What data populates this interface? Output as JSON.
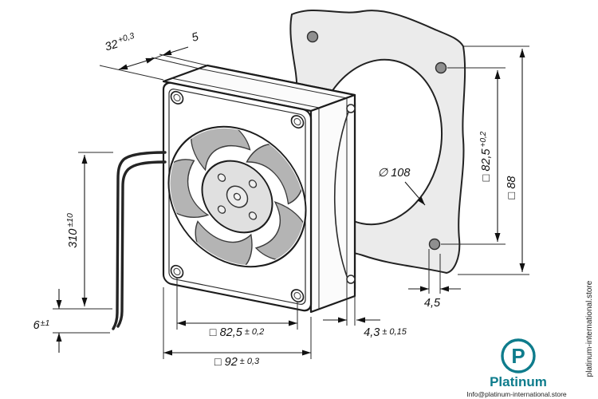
{
  "drawing": {
    "kind": "axial-fan-dimensional-drawing",
    "ink_color": "#1c1c1c",
    "gasket_fill": "#ebebeb",
    "blade_fill": "#b4b4b4"
  },
  "dimensions": {
    "depth": {
      "value": "32",
      "tol": "+0,3"
    },
    "flange": {
      "value": "5",
      "tol": ""
    },
    "lead_length": {
      "value": "310",
      "tol": "±10"
    },
    "lead_strip": {
      "value": "6",
      "tol": "±1"
    },
    "front_hole_pitch": {
      "value": "□ 82,5",
      "tol": "± 0,2"
    },
    "frame_size": {
      "value": "□ 92",
      "tol": "± 0,3"
    },
    "screw_depth": {
      "value": "4,3",
      "tol": "± 0,15"
    },
    "cutout_dia": {
      "value": "∅ 108",
      "tol": ""
    },
    "gasket_edge": {
      "value": "4,5",
      "tol": ""
    },
    "gasket_hole_pitch": {
      "value": "□ 82,5",
      "tol": "+0,2"
    },
    "gasket_size": {
      "value": "□ 88",
      "tol": ""
    }
  },
  "watermark": {
    "logo_letter": "P",
    "brand": "Platinum",
    "website": "platinum-international.store",
    "email": "Info@platinum-international.store",
    "accent": "#0e7c8c"
  }
}
